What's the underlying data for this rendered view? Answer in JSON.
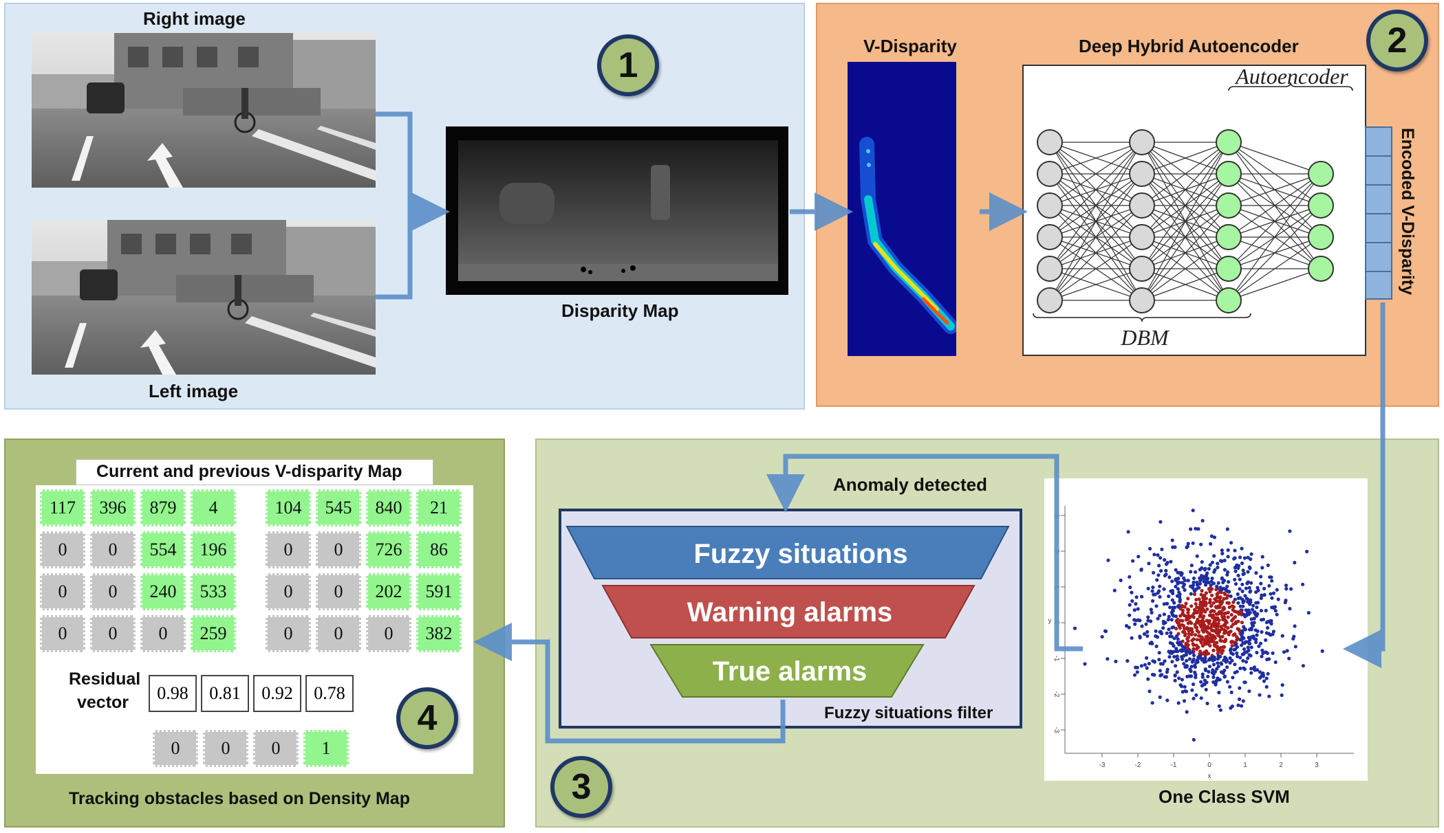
{
  "panel1": {
    "badge": "1",
    "right_image_label": "Right image",
    "left_image_label": "Left image",
    "disparity_map_label": "Disparity Map"
  },
  "panel2": {
    "badge": "2",
    "v_disparity_label": "V-Disparity",
    "autoencoder_title": "Deep Hybrid Autoencoder",
    "autoencoder_brace_label": "Autoencoder",
    "dbm_brace_label": "DBM",
    "encoded_label": "Encoded V-Disparity"
  },
  "panel3": {
    "badge": "3",
    "anomaly_label": "Anomaly detected",
    "filter_label": "Fuzzy situations filter",
    "tiers": [
      "Fuzzy situations",
      "Warning alarms",
      "True alarms"
    ],
    "svm_label": "One Class SVM",
    "svm_axis": {
      "x_ticks": [
        "-3",
        "-2",
        "-1",
        "0",
        "1",
        "2",
        "3"
      ],
      "y_ticks": [
        "3",
        "2",
        "1",
        "0",
        "-1",
        "-2",
        "-3"
      ],
      "x_label": "x",
      "y_label": "y"
    }
  },
  "panel4": {
    "badge": "4",
    "map_title": "Current and previous V-disparity Map",
    "current_matrix": [
      [
        "117",
        "396",
        "879",
        "4"
      ],
      [
        "0",
        "0",
        "554",
        "196"
      ],
      [
        "0",
        "0",
        "240",
        "533"
      ],
      [
        "0",
        "0",
        "0",
        "259"
      ]
    ],
    "previous_matrix": [
      [
        "104",
        "545",
        "840",
        "21"
      ],
      [
        "0",
        "0",
        "726",
        "86"
      ],
      [
        "0",
        "0",
        "202",
        "591"
      ],
      [
        "0",
        "0",
        "0",
        "382"
      ]
    ],
    "residual_label_1": "Residual",
    "residual_label_2": "vector",
    "residual_vector": [
      "0.98",
      "0.81",
      "0.92",
      "0.78"
    ],
    "binary_vector": [
      "0",
      "0",
      "0",
      "1"
    ],
    "footer_label": "Tracking obstacles based on Density Map"
  },
  "colors": {
    "panel1_bg": "#dce9f5",
    "panel2_bg": "#f5b98a",
    "panel3_bg": "#d3ddb7",
    "panel4_bg": "#aebf7c",
    "arrow": "#5b8fc9",
    "tier_blue": "#4a7ebb",
    "tier_red": "#c0504d",
    "tier_green": "#8db04a",
    "matrix_green": "#92f58e",
    "matrix_gray": "#c6c6c6"
  }
}
